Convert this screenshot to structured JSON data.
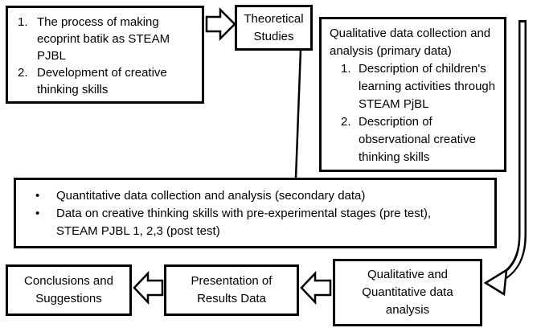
{
  "colors": {
    "border": "#000000",
    "background": "#ffffff"
  },
  "diagram": {
    "input_box": {
      "items": [
        {
          "marker": "1.",
          "text": "The process of making ecoprint batik as STEAM PJBL"
        },
        {
          "marker": "2.",
          "text": "Development of creative thinking skills"
        }
      ]
    },
    "theoretical_box": {
      "label": "Theoretical Studies"
    },
    "qualitative_box": {
      "title": "Qualitative data collection and analysis (primary data)",
      "items": [
        {
          "marker": "1.",
          "text": "Description of children's learning activities through STEAM PjBL"
        },
        {
          "marker": "2.",
          "text": "Description of observational creative thinking skills"
        }
      ]
    },
    "quantitative_box": {
      "items": [
        {
          "marker": "•",
          "text": "Quantitative data collection and analysis (secondary data)"
        },
        {
          "marker": "•",
          "text": "Data on creative thinking skills with pre-experimental stages (pre test), STEAM PJBL 1, 2,3 (post test)"
        }
      ]
    },
    "analysis_box": {
      "label": "Qualitative and Quantitative data analysis"
    },
    "presentation_box": {
      "label": "Presentation of Results Data"
    },
    "conclusions_box": {
      "label": "Conclusions and Suggestions"
    }
  }
}
